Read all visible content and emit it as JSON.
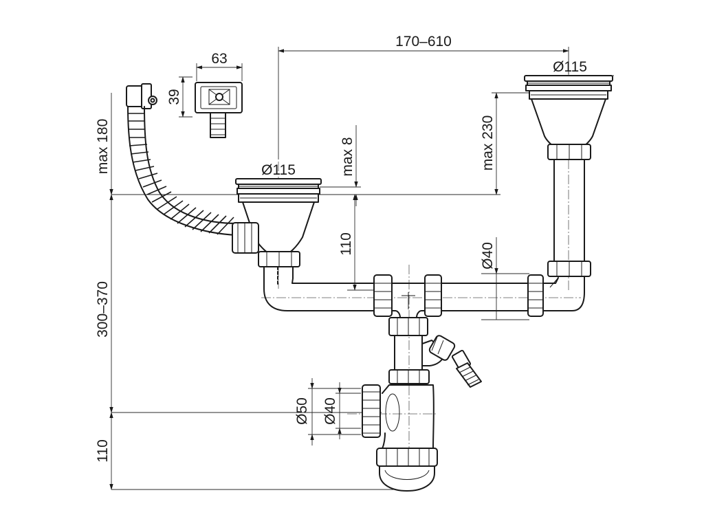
{
  "drawing": {
    "dimensions": {
      "top_span": "170–610",
      "right_strainer_dia": "Ø115",
      "overflow_width": "63",
      "overflow_height": "39",
      "hose_max": "max 180",
      "left_strainer_dia": "Ø115",
      "left_max": "max 8",
      "right_max": "max 230",
      "outlet_drop": "110",
      "pipe_dia": "Ø40",
      "total_height": "300–370",
      "outlet_dia_outer": "Ø50",
      "outlet_dia_inner": "Ø40",
      "bottom_height": "110"
    },
    "colors": {
      "line": "#1a1a1a",
      "background": "#ffffff"
    }
  }
}
